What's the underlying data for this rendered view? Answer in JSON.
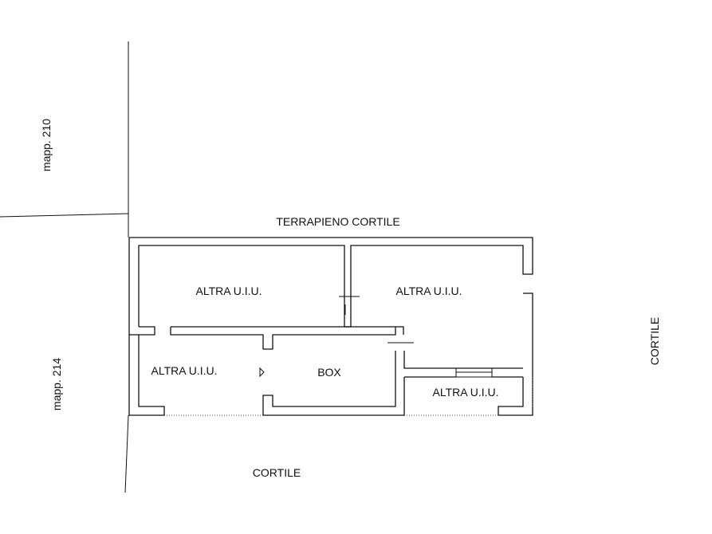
{
  "labels": {
    "terrapieno": "TERRAPIENO CORTILE",
    "uiu_top_left": "ALTRA U.I.U.",
    "uiu_top_right": "ALTRA U.I.U.",
    "uiu_bottom_left": "ALTRA U.I.U.",
    "box": "BOX",
    "uiu_bottom_right": "ALTRA U.I.U.",
    "cortile_bottom": "CORTILE",
    "cortile_right": "CORTILE",
    "mapp_210": "mapp. 210",
    "mapp_214": "mapp. 214"
  }
}
